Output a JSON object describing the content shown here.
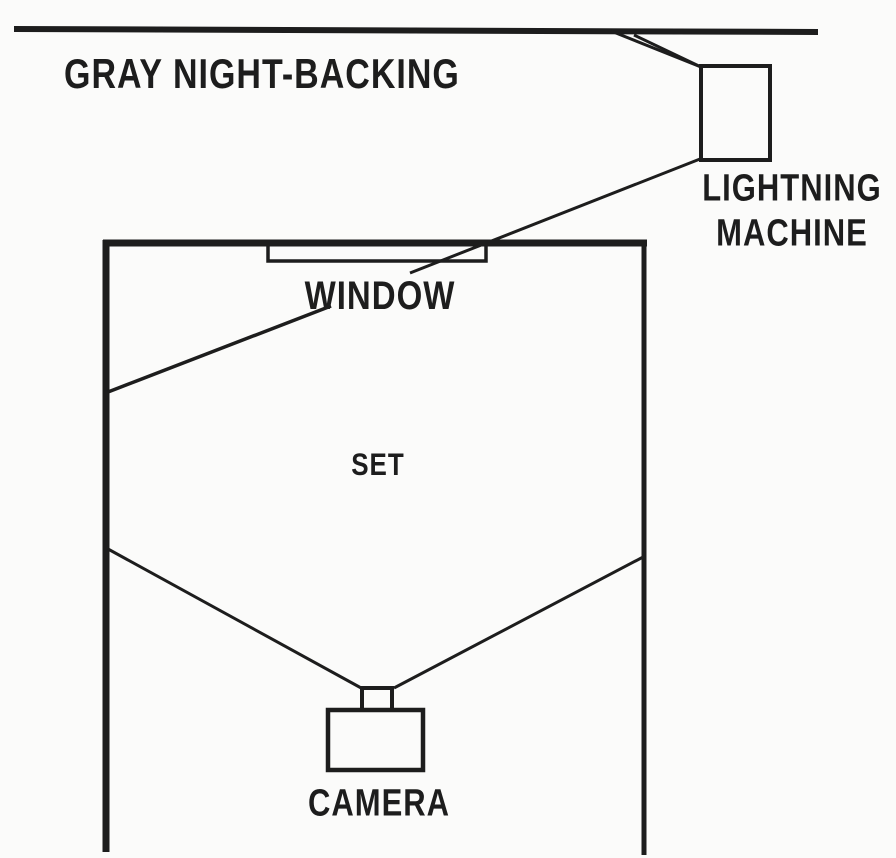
{
  "labels": {
    "night_backing": "GRAY NIGHT-BACKING",
    "lightning_machine": [
      "LIGHTNING",
      "MACHINE"
    ],
    "window": "WINDOW",
    "set": "SET",
    "camera": "CAMERA"
  },
  "colors": {
    "ink": "#1d1d1d",
    "background": "#fbfbfa"
  }
}
